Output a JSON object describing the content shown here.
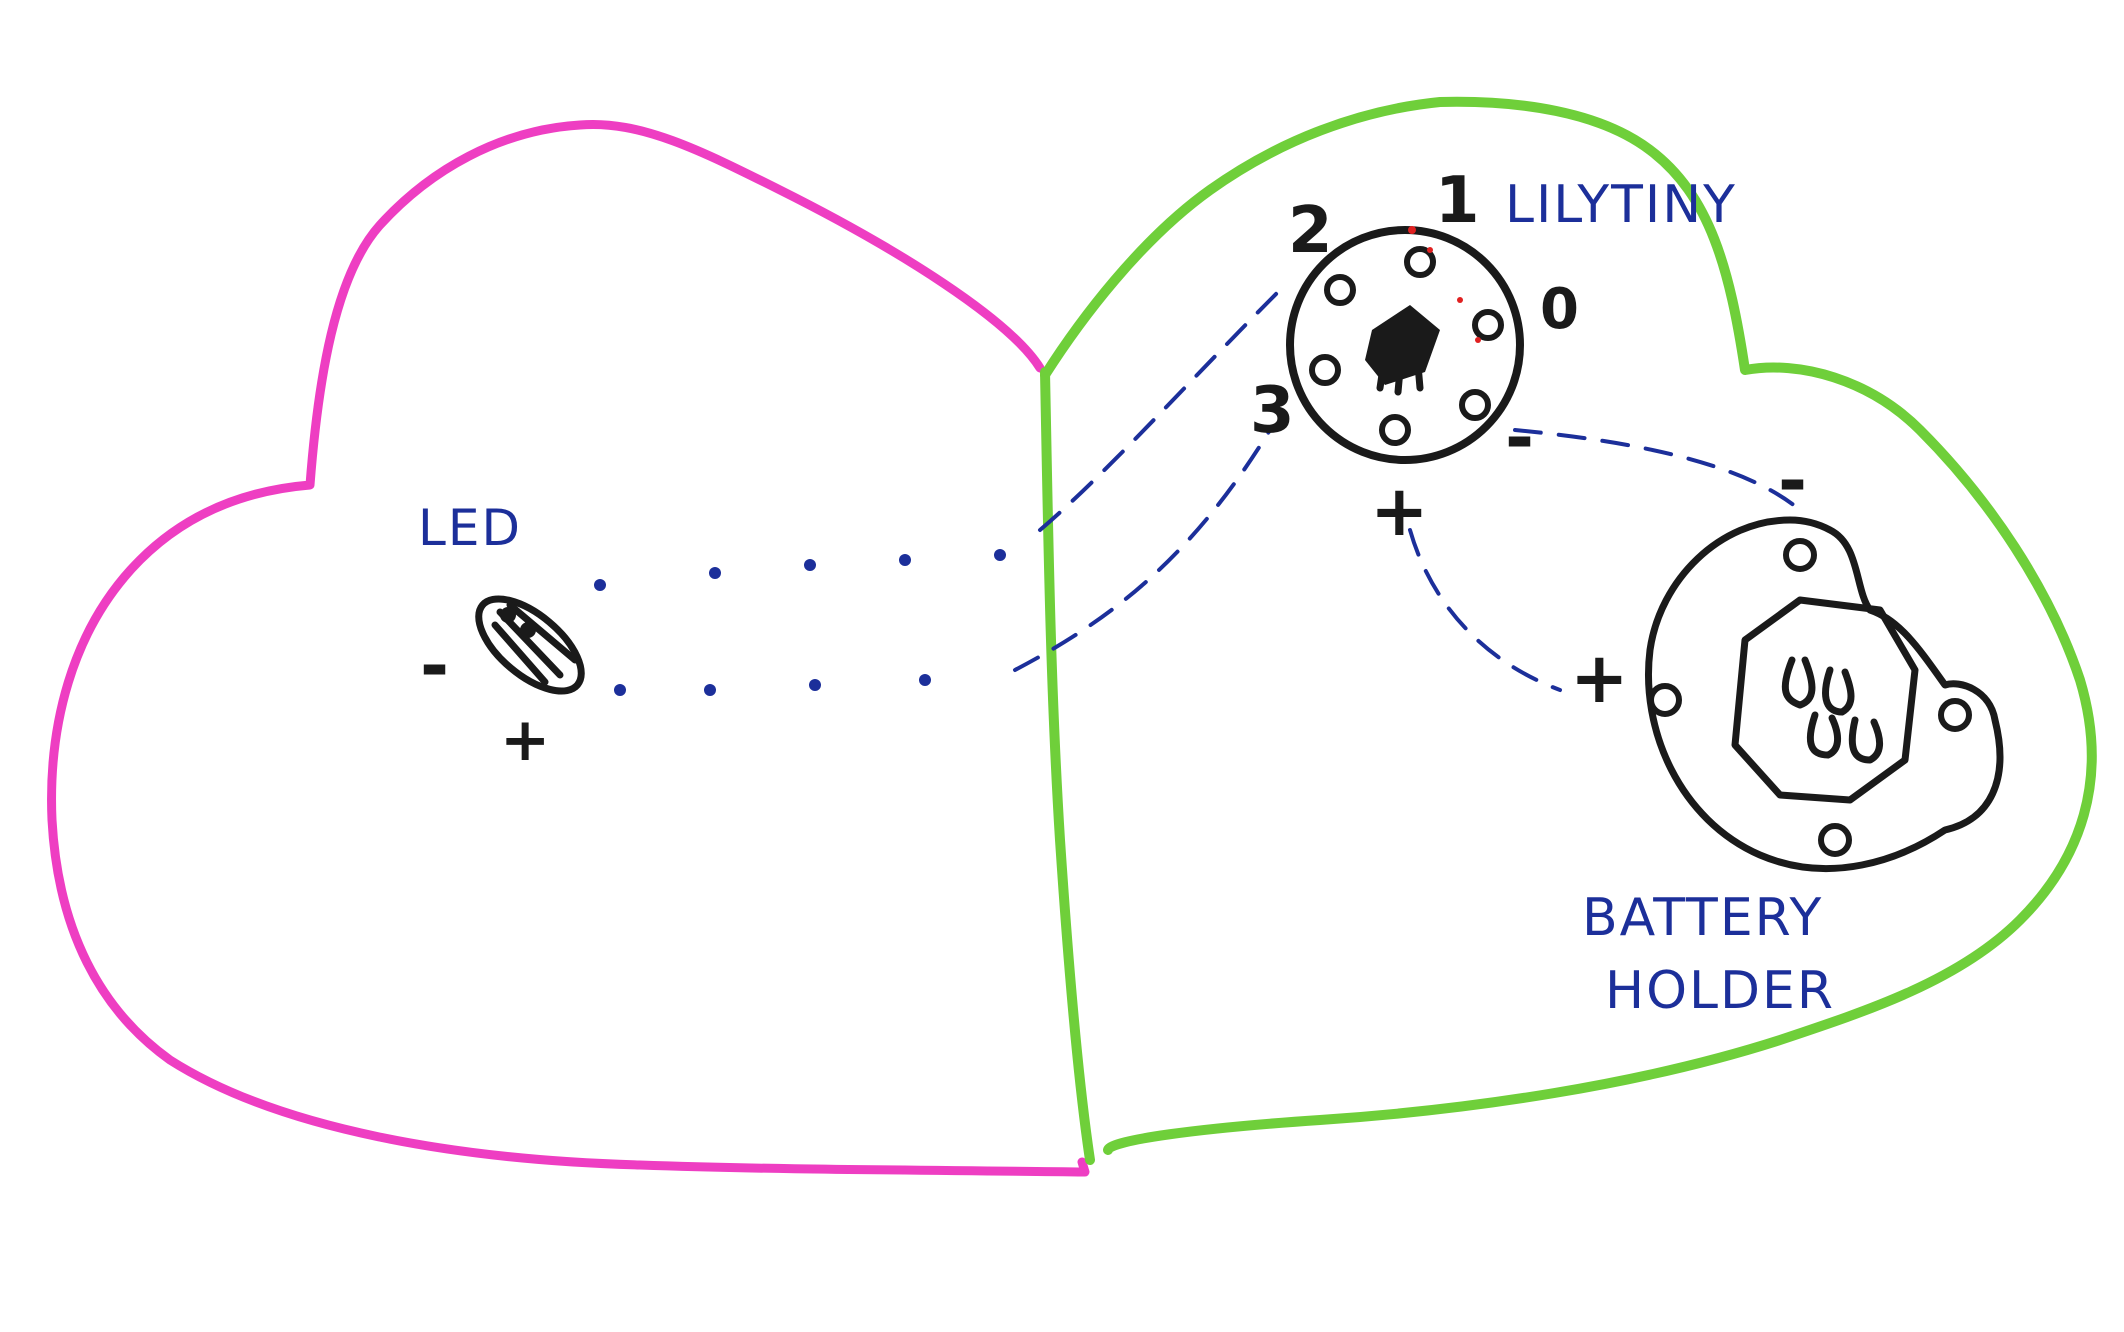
{
  "colors": {
    "left_heart": "#ee3ec2",
    "right_heart": "#6fcf3a",
    "thread": "#1c2f9a",
    "ink": "#1a1a1a",
    "solder_marks": "#e02020"
  },
  "labels": {
    "led": "LED",
    "lilytiny": "LILYTINY",
    "battery_holder_line1": "BATTERY",
    "battery_holder_line2": "HOLDER"
  },
  "led_terminals": {
    "minus": "-",
    "plus": "+"
  },
  "lilytiny_pins": {
    "p0": "0",
    "p1": "1",
    "p2": "2",
    "p3": "3",
    "minus": "-",
    "plus": "+"
  },
  "battery_terminals": {
    "minus": "-",
    "plus": "+"
  }
}
